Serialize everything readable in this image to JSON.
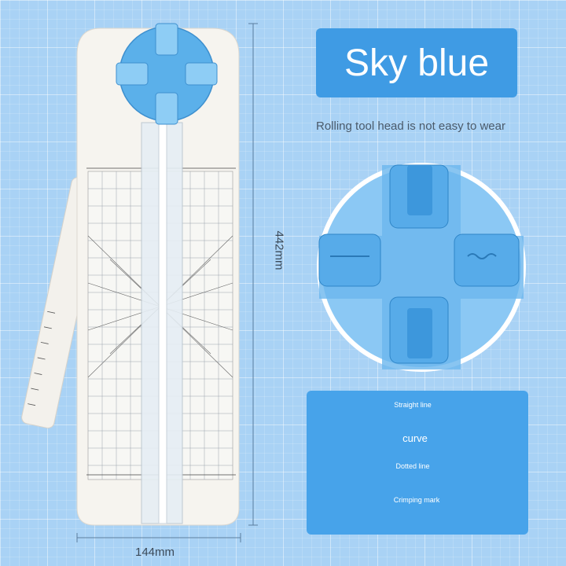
{
  "product": {
    "color_name": "Sky blue",
    "feature_caption": "Rolling tool head is not easy to wear",
    "dimension_height": "442mm",
    "dimension_width": "144mm"
  },
  "line_types": [
    {
      "label": "Straight line"
    },
    {
      "label": "curve"
    },
    {
      "label": "Dotted line"
    },
    {
      "label": "Crimping mark"
    }
  ],
  "colors": {
    "accent": "#3f9be4",
    "background": "#a9d2f5",
    "trimmer_body": "#f6f4ef"
  }
}
